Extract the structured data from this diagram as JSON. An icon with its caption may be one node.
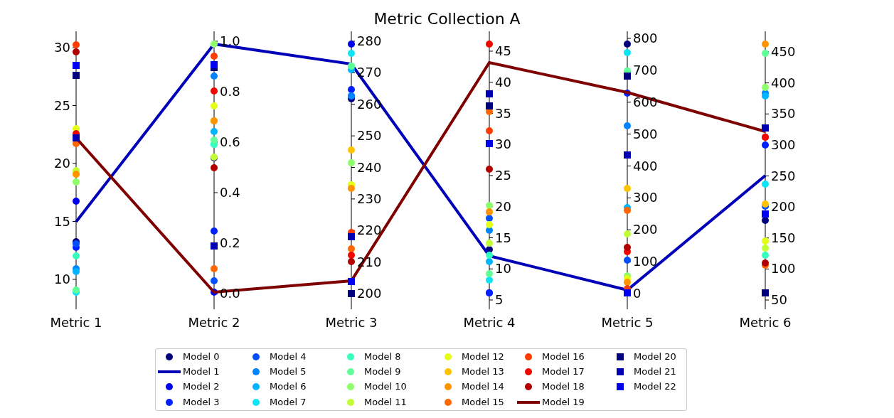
{
  "diagram": {
    "title": "Metric Collection A",
    "labels": [
      "10",
      "15",
      "20",
      "25",
      "30",
      "0.0",
      "0.2",
      "0.4",
      "0.6",
      "0.8",
      "1.0",
      "200",
      "210",
      "220",
      "230",
      "240",
      "250",
      "260",
      "270",
      "280",
      "5",
      "10",
      "15",
      "20",
      "25",
      "30",
      "35",
      "40",
      "45",
      "0",
      "100",
      "200",
      "300",
      "400",
      "500",
      "600",
      "700",
      "800",
      "50",
      "100",
      "150",
      "200",
      "250",
      "300",
      "350",
      "400",
      "450",
      "Metric 1",
      "Metric 2",
      "Metric 3",
      "Metric 4",
      "Metric 5",
      "Metric 6"
    ],
    "legend": [
      {
        "text": "Model 0",
        "color": "#00007f"
      },
      {
        "text": "Model 1",
        "color": "#0000b8"
      },
      {
        "text": "Model 2",
        "color": "#0000f1"
      },
      {
        "text": "Model 3",
        "color": "#0020ff"
      },
      {
        "text": "Model 4",
        "color": "#0050ff"
      },
      {
        "text": "Model 5",
        "color": "#0084ff"
      },
      {
        "text": "Model 6",
        "color": "#00b4ff"
      },
      {
        "text": "Model 7",
        "color": "#0de4f4"
      },
      {
        "text": "Model 8",
        "color": "#36ffc0"
      },
      {
        "text": "Model 9",
        "color": "#60ff97"
      },
      {
        "text": "Model 10",
        "color": "#8dff6a"
      },
      {
        "text": "Model 11",
        "color": "#c0ff36"
      },
      {
        "text": "Model 12",
        "color": "#e4ff13"
      },
      {
        "text": "Model 13",
        "color": "#ffc400"
      },
      {
        "text": "Model 14",
        "color": "#ff9400"
      },
      {
        "text": "Model 15",
        "color": "#ff6800"
      },
      {
        "text": "Model 16",
        "color": "#ff3b00"
      },
      {
        "text": "Model 17",
        "color": "#f10700"
      },
      {
        "text": "Model 18",
        "color": "#b20000"
      },
      {
        "text": "Model 19",
        "color": "#7f0000"
      },
      {
        "text": "Model 20",
        "color": "#00007f"
      },
      {
        "text": "Model 21",
        "color": "#0000b2"
      },
      {
        "text": "Model 22",
        "color": "#0000f1"
      }
    ]
  }
}
